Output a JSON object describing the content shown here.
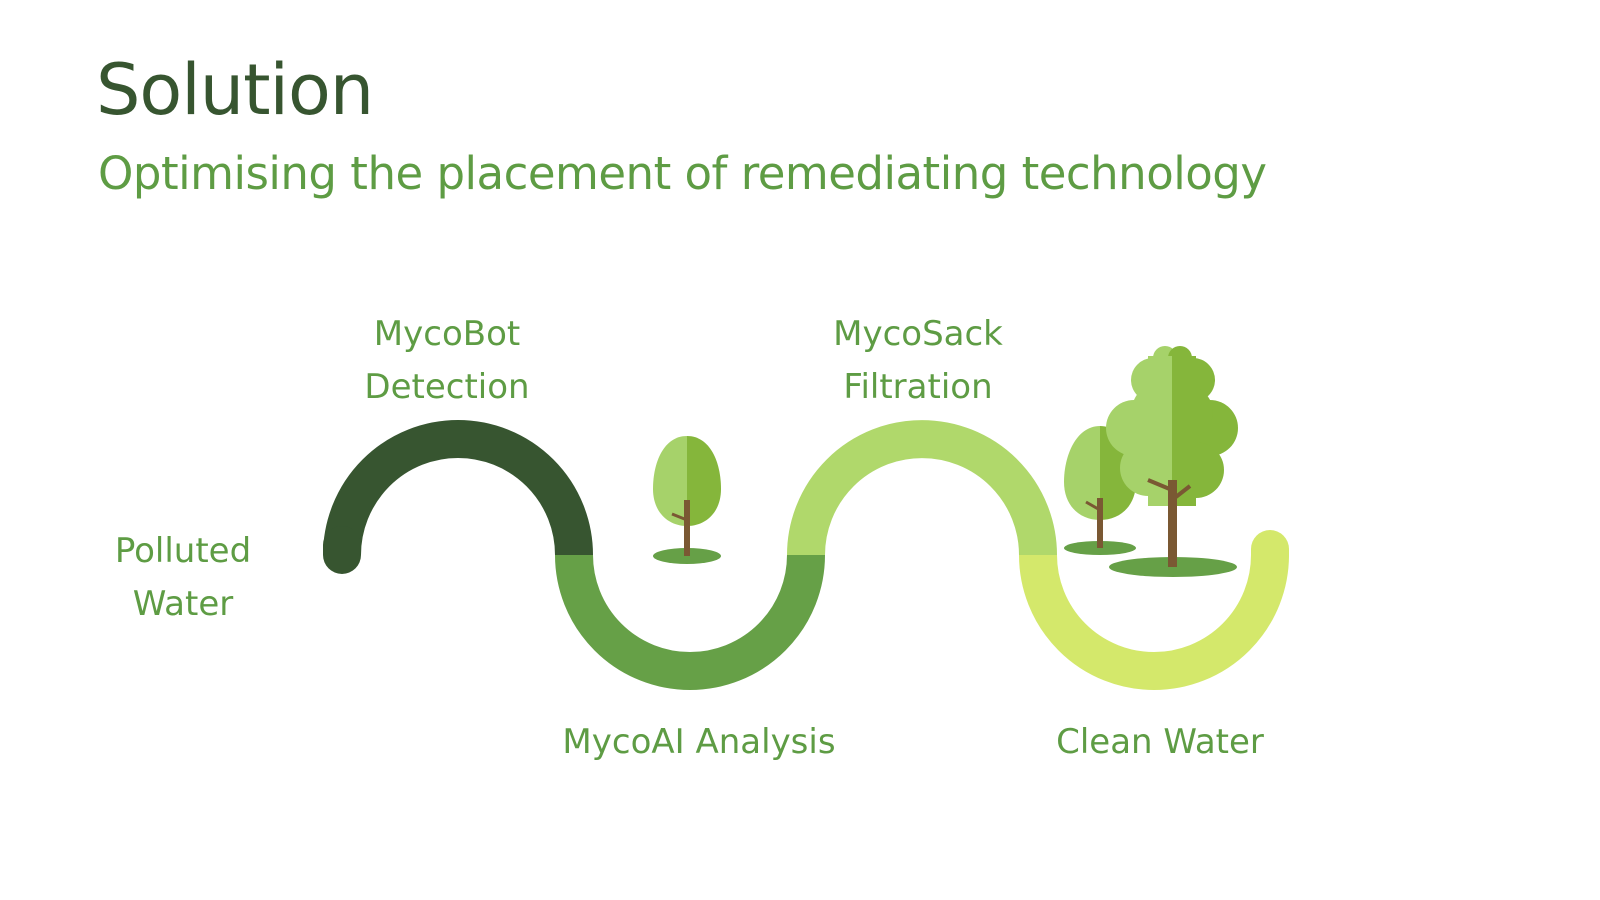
{
  "slide": {
    "title": "Solution",
    "subtitle": "Optimising the placement of remediating technology"
  },
  "stages": [
    {
      "line1": "Polluted",
      "line2": "Water"
    },
    {
      "line1": "MycoBot",
      "line2": "Detection"
    },
    {
      "line1": "MycoAI Analysis",
      "line2": ""
    },
    {
      "line1": "MycoSack",
      "line2": "Filtration"
    },
    {
      "line1": "Clean Water",
      "line2": ""
    }
  ],
  "colors": {
    "title": "#375530",
    "text": "#5e9c44",
    "segment_1": "#375530",
    "segment_2": "#66a047",
    "segment_3": "#b0d86b",
    "segment_4": "#d4e86b",
    "leaf_light": "#a6d26a",
    "leaf_dark": "#85b63b",
    "trunk": "#7a5833",
    "ground": "#66a047"
  },
  "icons": [
    "tree-icon",
    "tree-icon",
    "tree-icon"
  ]
}
